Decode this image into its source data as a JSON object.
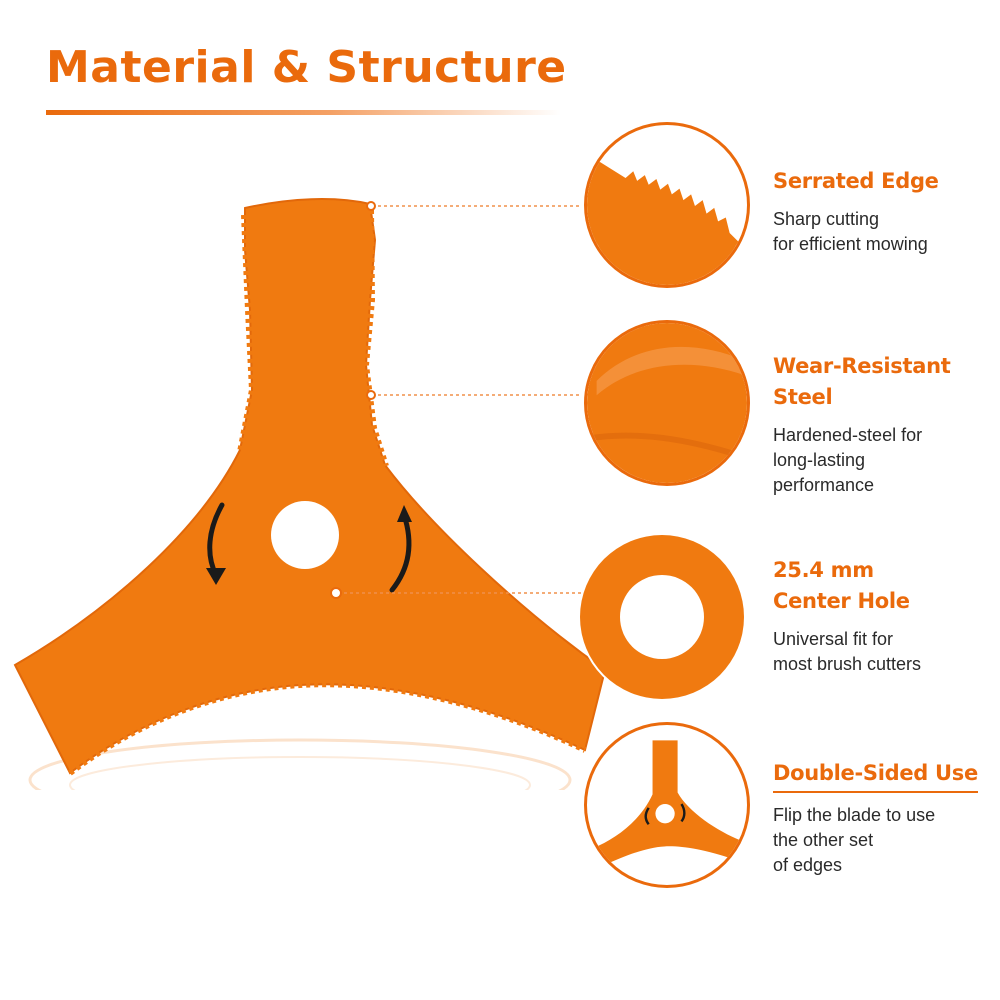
{
  "header": {
    "title": "Material & Structure"
  },
  "colors": {
    "accent": "#ea6a0c",
    "blade": "#f07a10",
    "text": "#2a2a2a"
  },
  "features": [
    {
      "title": "Serrated Edge",
      "description": "Sharp cutting\nfor efficient mowing",
      "icon": "serrated-edge-closeup-icon"
    },
    {
      "title": "Wear-Resistant\nSteel",
      "description": "Hardened-steel for\nlong-lasting\nperformance",
      "icon": "steel-surface-closeup-icon"
    },
    {
      "title": "25.4 mm\nCenter Hole",
      "description": "Universal fit for\nmost brush cutters",
      "icon": "center-hole-closeup-icon"
    },
    {
      "title": "Double-Sided Use",
      "description": "Flip the blade to use\nthe other set\nof edges",
      "icon": "double-sided-blade-icon"
    }
  ]
}
